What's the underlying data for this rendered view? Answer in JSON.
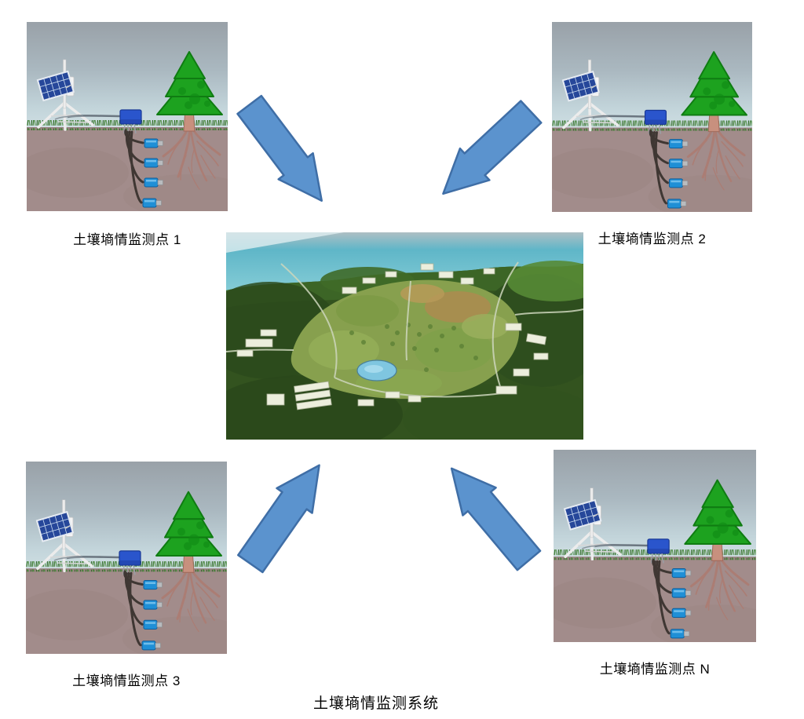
{
  "diagram": {
    "system_title": "土壤墒情监测系统",
    "stations": [
      {
        "label": "土壤墒情监测点 1",
        "position": "top-left"
      },
      {
        "label": "土壤墒情监测点 2",
        "position": "top-right"
      },
      {
        "label": "土壤墒情监测点 3",
        "position": "bottom-left"
      },
      {
        "label": "土壤墒情监测点 N",
        "position": "bottom-right"
      }
    ],
    "arrows": [
      {
        "position": "top-left",
        "direction": "down-right"
      },
      {
        "position": "top-right",
        "direction": "down-left"
      },
      {
        "position": "bottom-left",
        "direction": "up-right"
      },
      {
        "position": "bottom-right",
        "direction": "up-left"
      }
    ],
    "colors": {
      "arrow_fill": "#5b93ce",
      "arrow_border": "#3f6ea6"
    }
  }
}
